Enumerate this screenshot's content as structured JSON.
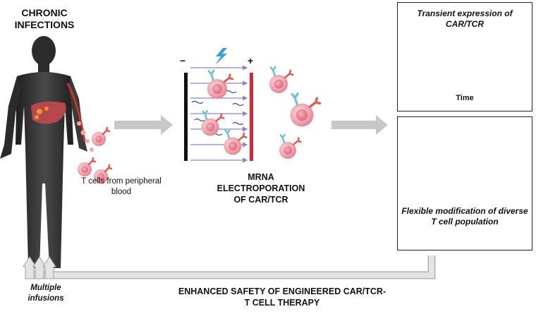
{
  "labels": {
    "chronic_infections": "CHRONIC INFECTIONS",
    "t_cells_from_blood": "T cells from peripheral blood",
    "electroporation": "MRNA ELECTROPORATION OF CAR/TCR",
    "transient_expression": "Transient expression of CAR/TCR",
    "time": "Time",
    "flexible_modification": "Flexible modification of diverse T cell population",
    "multiple_infusions": "Multiple infusions",
    "enhanced_safety": "ENHANCED SAFETY OF ENGINEERED CAR/TCR-T CELL THERAPY"
  },
  "electrodes": {
    "minus": "−",
    "plus": "+"
  },
  "colors": {
    "cell_pink": "#f3a6b2",
    "nucleus_pink": "#e8808f",
    "receptor_blue": "#6cc3d6",
    "receptor_red": "#e0574b",
    "cell_blue": "#2a7fc4",
    "cell_green": "#3a9a3e",
    "arrow_gray": "#c8c8c8",
    "electrode_red": "#d6252d",
    "electrode_black": "#111111",
    "field_arrow": "#8a86c4",
    "time_wedge": "#1b2a5e",
    "body_dark": "#2b2b2b"
  },
  "icons": [
    "human-silhouette",
    "lightning-bolt-icon",
    "t-cell",
    "time-wedge"
  ]
}
